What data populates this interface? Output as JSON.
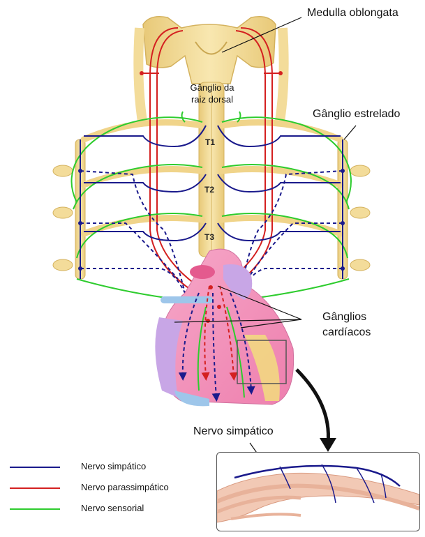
{
  "labels": {
    "medulla": "Medulla oblongata",
    "dorsal_root_line1": "Gânglio da",
    "dorsal_root_line2": "raiz dorsal",
    "stellate": "Gânglio estrelado",
    "t1": "T1",
    "t2": "T2",
    "t3": "T3",
    "cardiac_line1": "Gânglios",
    "cardiac_line2": "cardíacos",
    "sympathetic_nerve": "Nervo simpático"
  },
  "legend": [
    {
      "label": "Nervo simpático",
      "color": "#1a1a8c"
    },
    {
      "label": "Nervo parassimpático",
      "color": "#d42020"
    },
    {
      "label": "Nervo sensorial",
      "color": "#2ecc2e"
    }
  ],
  "colors": {
    "sympathetic": "#1a1a8c",
    "parasympathetic": "#d42020",
    "sensory": "#2ecc2e",
    "bone": "#f3dc9a",
    "bone_edge": "#d9b968",
    "heart_pink": "#f08fb8",
    "heart_violet": "#c8a6e6",
    "heart_blue": "#9ec6ea",
    "heart_yellow": "#f3e27a"
  }
}
